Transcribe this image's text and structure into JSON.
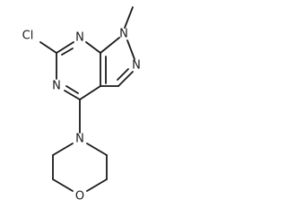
{
  "molecule": {
    "atoms": {
      "cl": "Cl",
      "n1": "N",
      "n3": "N",
      "n7": "N",
      "n8": "N",
      "n_morph": "N",
      "o_morph": "O"
    },
    "colors": {
      "ink": "#1a1a1a",
      "background": "#ffffff"
    }
  }
}
